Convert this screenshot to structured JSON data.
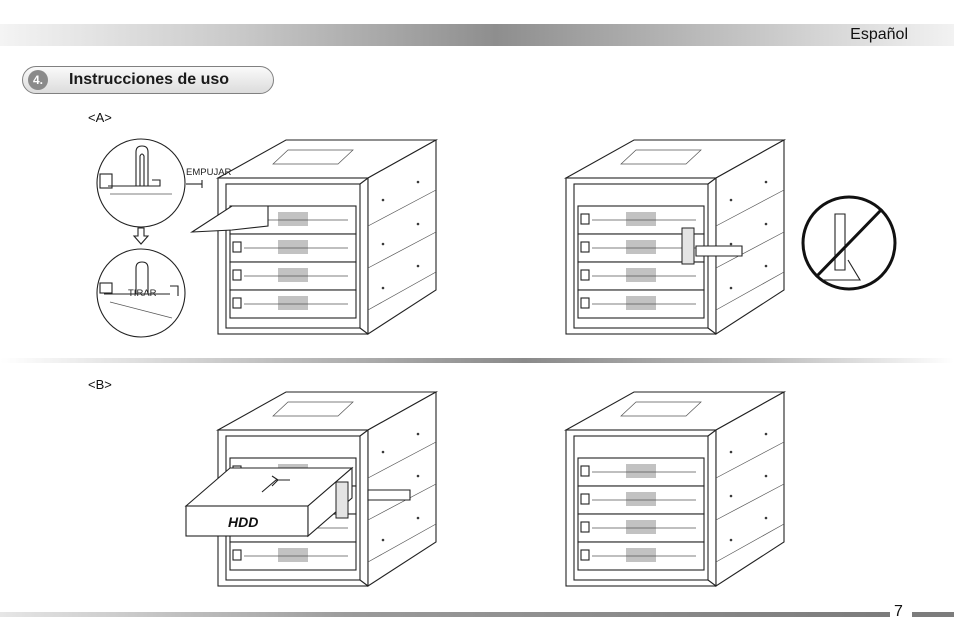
{
  "header": {
    "language": "Español"
  },
  "section": {
    "number": "4.",
    "title": "Instrucciones de uso"
  },
  "steps": {
    "a_label": "<A>",
    "b_label": "<B>"
  },
  "annotations": {
    "push": "EMPUJAR",
    "pull": "TIRAR",
    "hdd": "HDD"
  },
  "footer": {
    "page_number": "7"
  }
}
